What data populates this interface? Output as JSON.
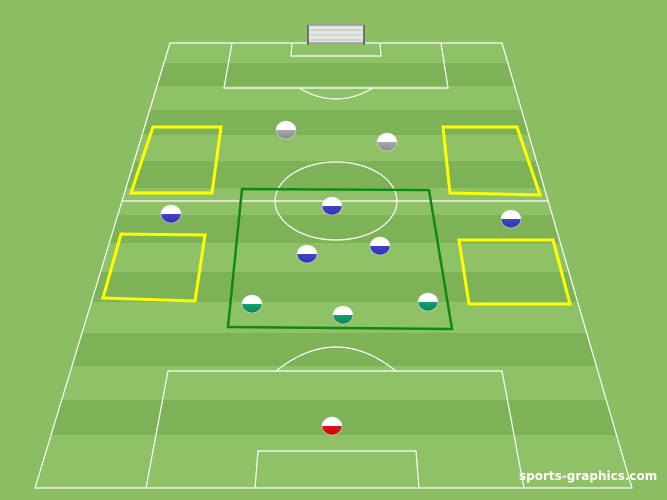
{
  "watermark": "sports-graphics.com",
  "colors": {
    "grass_outer": "#8bbd62",
    "stripe_light": "#8fc267",
    "stripe_dark": "#7eb256",
    "pitch_lines": "#ffffff",
    "zone_yellow": "#ffff00",
    "zone_green": "#118811",
    "team_grey": "#9e9e9e",
    "team_blue": "#3b3bc4",
    "team_green": "#119966",
    "team_red": "#dd1111"
  },
  "zones": [
    {
      "name": "zone-yellow-top-left",
      "color": "yellow"
    },
    {
      "name": "zone-yellow-top-right",
      "color": "yellow"
    },
    {
      "name": "zone-yellow-mid-left",
      "color": "yellow"
    },
    {
      "name": "zone-yellow-mid-right",
      "color": "yellow"
    },
    {
      "name": "zone-green-central",
      "color": "green"
    }
  ],
  "players": [
    {
      "team": "grey"
    },
    {
      "team": "grey"
    },
    {
      "team": "blue"
    },
    {
      "team": "blue"
    },
    {
      "team": "blue"
    },
    {
      "team": "blue"
    },
    {
      "team": "blue"
    },
    {
      "team": "green"
    },
    {
      "team": "green"
    },
    {
      "team": "green"
    },
    {
      "team": "red"
    }
  ]
}
